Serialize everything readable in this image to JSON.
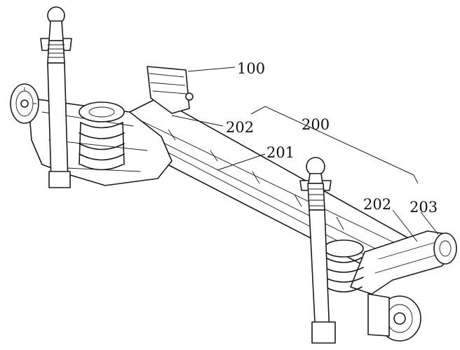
{
  "labels": {
    "l100": "100",
    "l200": "200",
    "l201": "201",
    "l202a": "202",
    "l202b": "202",
    "l203": "203"
  }
}
